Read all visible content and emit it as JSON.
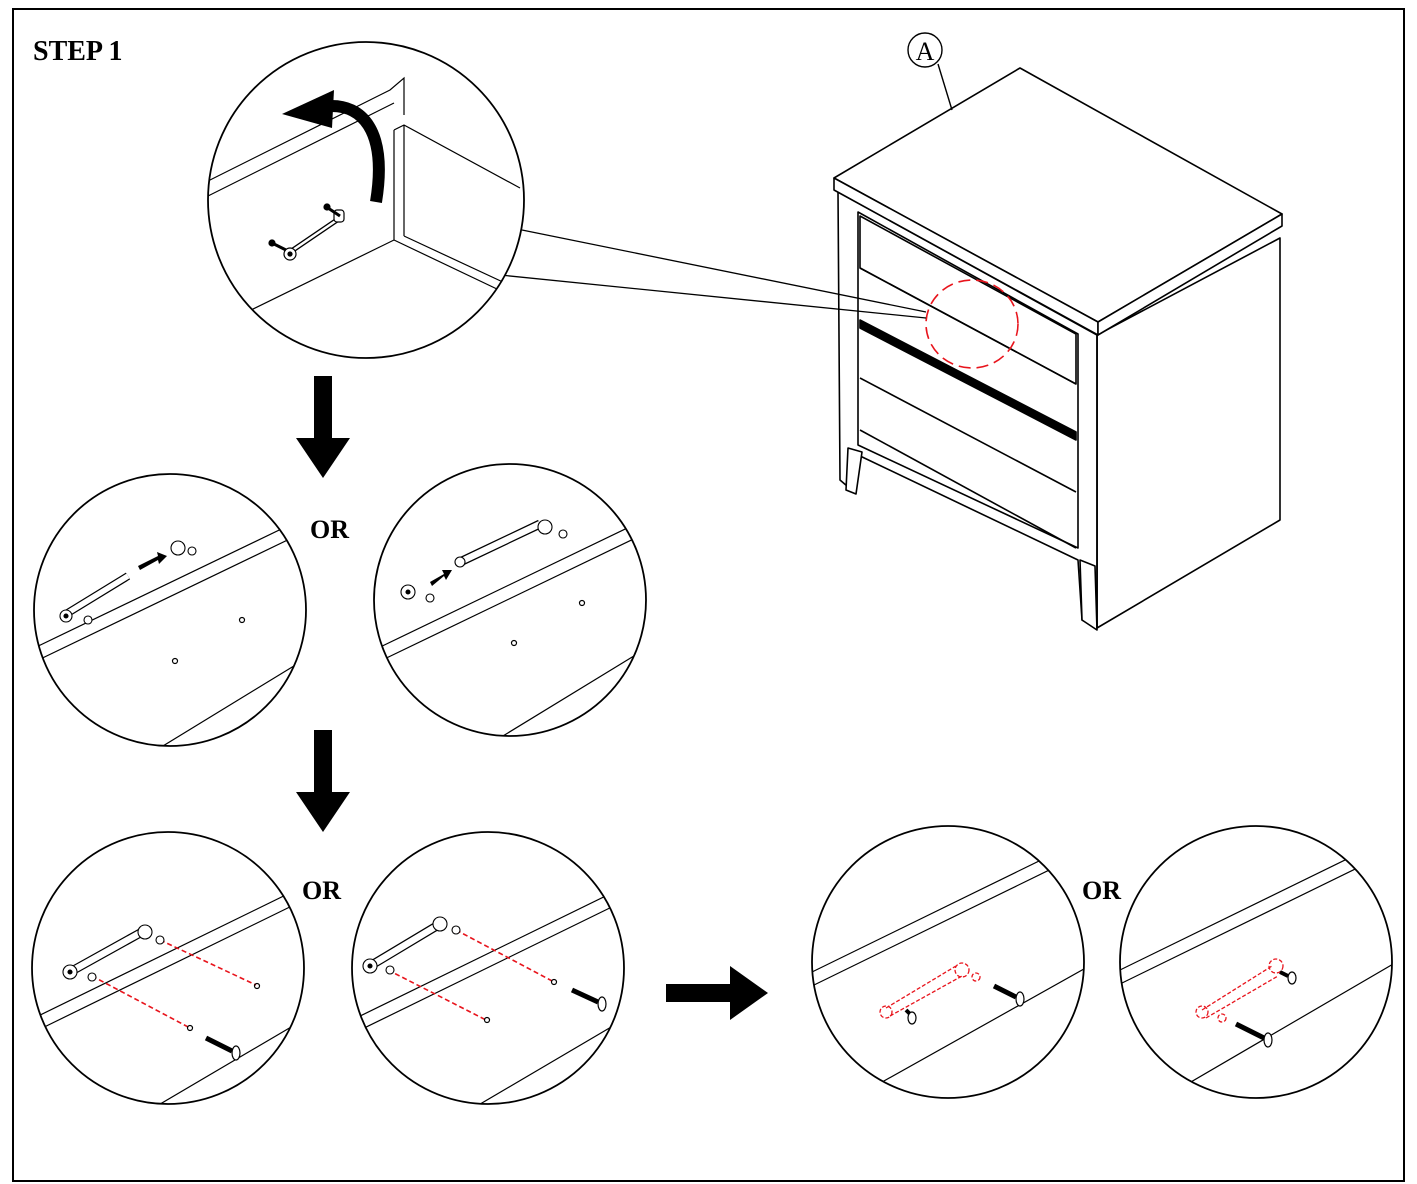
{
  "step": {
    "title": "STEP 1"
  },
  "callout": {
    "part_letter": "A"
  },
  "labels": {
    "or_1": "OR",
    "or_2": "OR",
    "or_3": "OR"
  },
  "colors": {
    "line": "#000000",
    "highlight": "#e8141c",
    "background": "#ffffff"
  },
  "icons": {
    "rotate": "curved-arrow-icon",
    "down_arrow": "down-arrow-icon",
    "right_arrow": "right-arrow-icon",
    "screw": "screw-icon",
    "handle": "drawer-handle-icon"
  }
}
